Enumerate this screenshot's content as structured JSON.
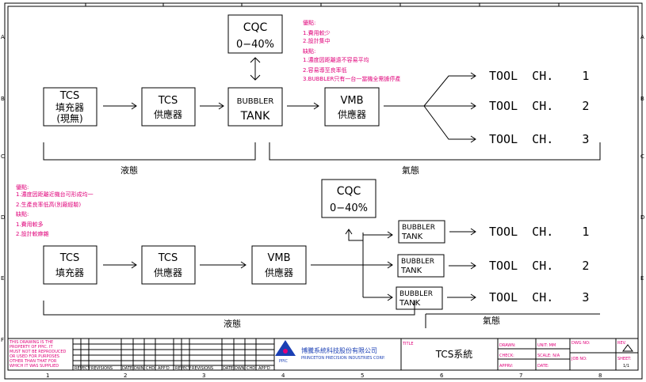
{
  "border": {
    "col_numbers": [
      "1",
      "2",
      "3",
      "4",
      "5",
      "6",
      "7",
      "8"
    ],
    "row_letters": [
      "A",
      "B",
      "C",
      "D",
      "E",
      "F"
    ]
  },
  "top": {
    "cqc": {
      "line1": "CQC",
      "line2": "0−40%"
    },
    "notes": [
      "優點:",
      "1.費用較少",
      "2.設計集中",
      "缺點:",
      "1.濃度因距離遠不容易平均",
      "2.容易導至良率低",
      "3.BUBBLER只有一台一當機全需據停產"
    ],
    "tcs_fill": {
      "line1": "TCS",
      "line2": "填充器",
      "line3": "(現無)"
    },
    "tcs_supply": {
      "line1": "TCS",
      "line2": "供應器"
    },
    "bubbler": {
      "line1": "BUBBLER",
      "line2": "TANK"
    },
    "vmb": {
      "line1": "VMB",
      "line2": "供應器"
    },
    "tools": [
      "TOOL  CH.    1",
      "TOOL  CH.    2",
      "TOOL  CH.    3"
    ],
    "label_liquid": "液態",
    "label_gas": "氣態"
  },
  "bottom": {
    "notes": [
      "優點:",
      "1.濃度因距離近機台可形成均一",
      "2.生產良率低高(別廠經驗)",
      "缺點:",
      "1.費用較多",
      "2.設計較麻雜"
    ],
    "cqc": {
      "line1": "CQC",
      "line2": "0−40%"
    },
    "tcs_fill": {
      "line1": "TCS",
      "line2": "填充器"
    },
    "tcs_supply": {
      "line1": "TCS",
      "line2": "供應器"
    },
    "vmb": {
      "line1": "VMB",
      "line2": "供應器"
    },
    "bubblers": [
      {
        "line1": "BUBBLER",
        "line2": "TANK"
      },
      {
        "line1": "BUBBLER",
        "line2": "TANK"
      },
      {
        "line1": "BUBBLER",
        "line2": "TANK"
      }
    ],
    "tools": [
      "TOOL  CH.    1",
      "TOOL  CH.    2",
      "TOOL  CH.    3"
    ],
    "label_liquid": "液態",
    "label_gas": "氣態"
  },
  "title_block": {
    "disclaimer": [
      "THIS DRAWING IS THE",
      "PROPERTY OF PPIC. IT",
      "MUST NOT BE REPRODUCED",
      "OR USED FOR PURPOSES",
      "OTHER THAN THAT FOR",
      "WHICH IT WAS SUPPLIED"
    ],
    "rev_headers": [
      "REV",
      "ECV",
      "REVISIONS",
      "DATE",
      "DWN",
      "CHD",
      "APP'D",
      "REV",
      "ECV",
      "REVISIONS",
      "DATE",
      "DWN",
      "CHD",
      "APP'D"
    ],
    "company_cn": "博騰系統科技股份有限公司",
    "company_en": "PRINCETON PRECISION INDUSTRIES CORP.",
    "logo_text": "PPIC",
    "title_label": "TITLE",
    "title_value": "TCS系統",
    "drawn": "DRAWN:",
    "check": "CHECK:",
    "apprv": "APPRV:",
    "unit": "UNIT: MM",
    "scale": "SCALE: N/A",
    "date": "DATE:",
    "dwg_no": "DWG NO:",
    "job_no": "JOB NO:",
    "rev": "REV.",
    "sheet_label": "SHEET:",
    "sheet_value": "1/1"
  }
}
